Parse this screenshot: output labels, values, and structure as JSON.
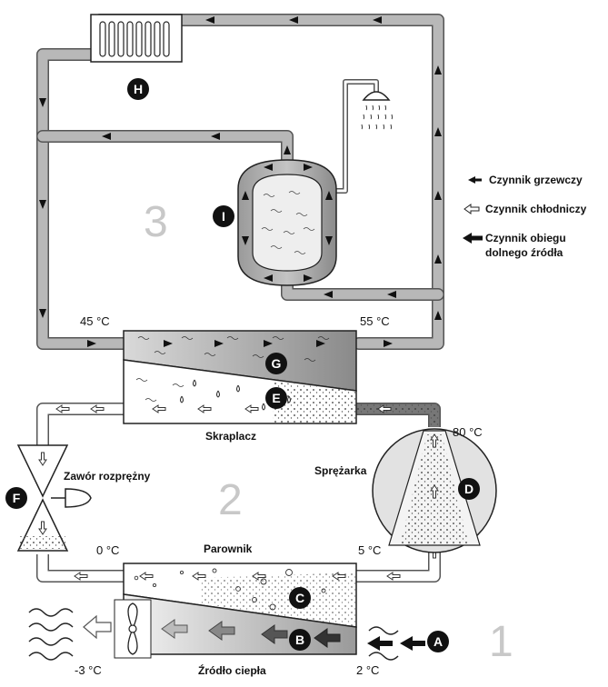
{
  "temps": {
    "t45": "45 °C",
    "t55": "55 °C",
    "t80": "80 °C",
    "t0": "0 °C",
    "t5": "5 °C",
    "tm3": "-3 °C",
    "t2": "2 °C"
  },
  "components": {
    "skraplacz": "Skraplacz",
    "sprezarka": "Sprężarka",
    "zawor": "Zawór rozprężny",
    "parownik": "Parownik",
    "zrodlo": "Źródło ciepła"
  },
  "circuits": {
    "c1": "1",
    "c2": "2",
    "c3": "3"
  },
  "markers": {
    "A": "A",
    "B": "B",
    "C": "C",
    "D": "D",
    "E": "E",
    "F": "F",
    "G": "G",
    "H": "H",
    "I": "I"
  },
  "legend": {
    "heating": "Czynnik grzewczy",
    "refrigerant": "Czynnik chłodniczy",
    "lower_line1": "Czynnik obiegu",
    "lower_line2": "dolnego źródła"
  }
}
